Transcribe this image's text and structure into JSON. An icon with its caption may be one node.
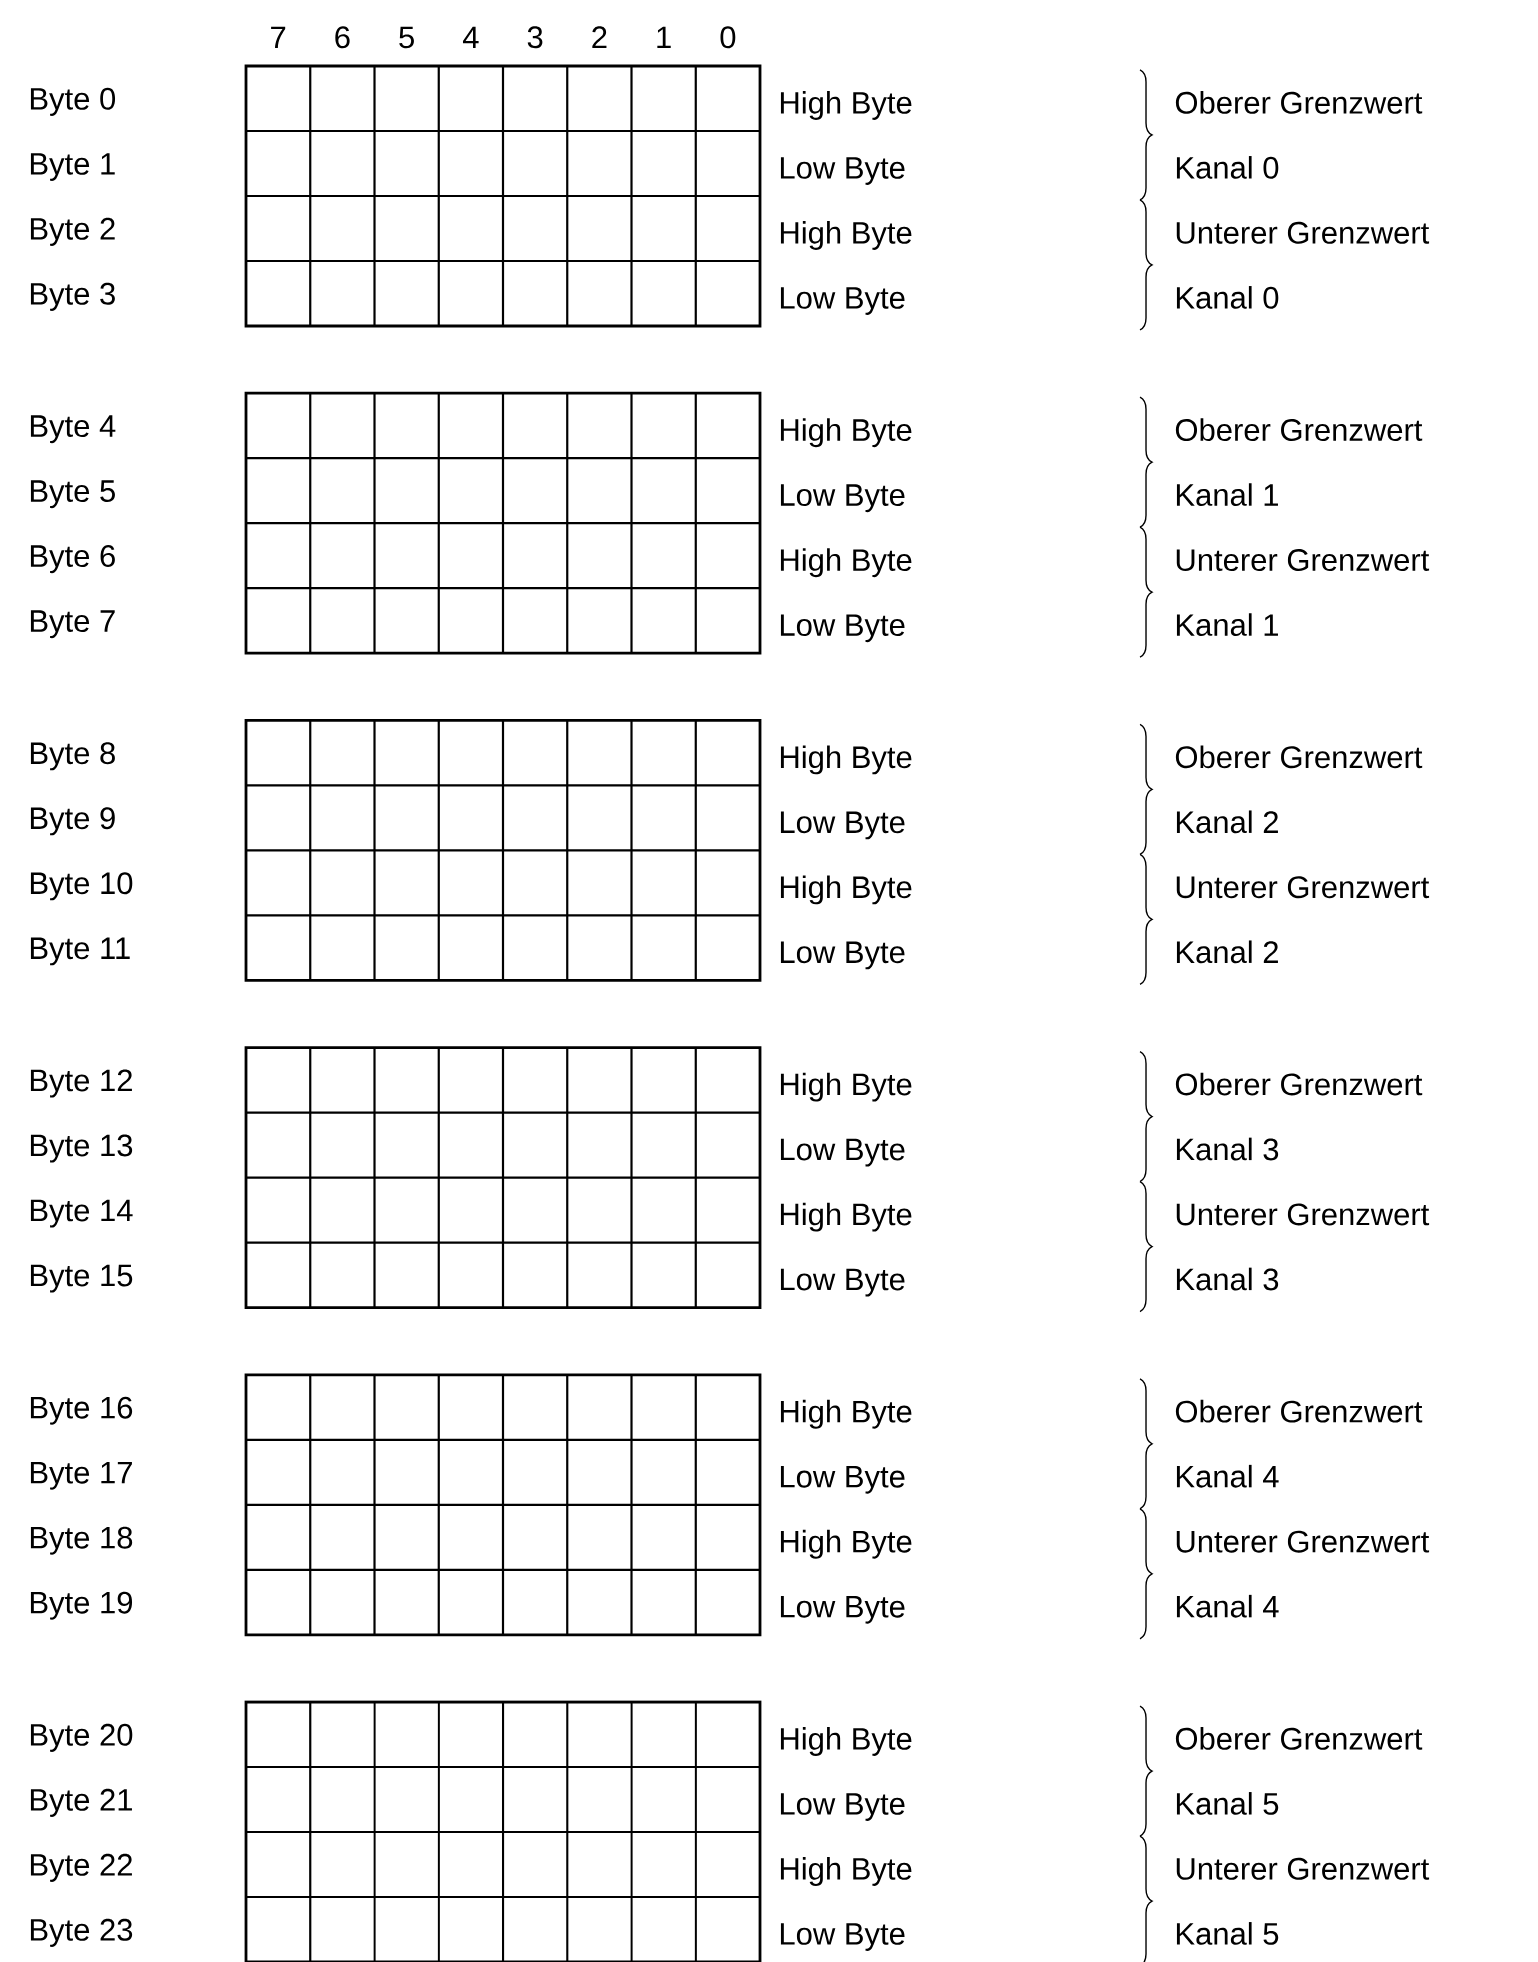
{
  "diagram": {
    "labels": [
      "7",
      "6",
      "5",
      "4",
      "3",
      "2",
      "1",
      "0",
      "Byte 0",
      "High Byte",
      "Oberer Grenzwert",
      "Byte 1",
      "Low Byte",
      "Kanal 0",
      "Byte 2",
      "High Byte",
      "Unterer Grenzwert",
      "Byte 3",
      "Low Byte",
      "Kanal 0",
      "Byte 4",
      "High Byte",
      "Oberer Grenzwert",
      "Byte 5",
      "Low Byte",
      "Kanal 1",
      "Byte 6",
      "High Byte",
      "Unterer Grenzwert",
      "Byte 7",
      "Low Byte",
      "Kanal 1",
      "Byte 8",
      "High Byte",
      "Oberer Grenzwert",
      "Byte 9",
      "Low Byte",
      "Kanal 2",
      "Byte 10",
      "High Byte",
      "Unterer Grenzwert",
      "Byte 11",
      "Low Byte",
      "Kanal 2",
      "Byte 12",
      "High Byte",
      "Oberer Grenzwert",
      "Byte 13",
      "Low Byte",
      "Kanal 3",
      "Byte 14",
      "High Byte",
      "Unterer Grenzwert",
      "Byte 15",
      "Low Byte",
      "Kanal 3",
      "Byte 16",
      "High Byte",
      "Oberer Grenzwert",
      "Byte 17",
      "Low Byte",
      "Kanal 4",
      "Byte 18",
      "High Byte",
      "Unterer Grenzwert",
      "Byte 19",
      "Low Byte",
      "Kanal 4",
      "Byte 20",
      "High Byte",
      "Oberer Grenzwert",
      "Byte 21",
      "Low Byte",
      "Kanal 5",
      "Byte 22",
      "High Byte",
      "Unterer Grenzwert",
      "Byte 23",
      "Low Byte",
      "Kanal 5"
    ]
  }
}
